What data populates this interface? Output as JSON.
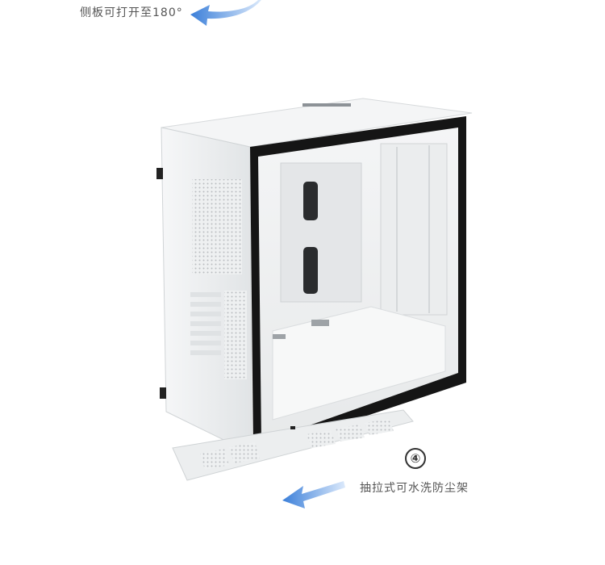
{
  "captions": {
    "side_panel": "侧板可打开至180°",
    "dust_filter": "抽拉式可水洗防尘架",
    "step_number": "④"
  },
  "colors": {
    "arrow_blue": "#4a90e2",
    "caption_text": "#555555",
    "case_white": "#f2f4f5",
    "glass_frame": "#111111"
  },
  "icons": {
    "top_arrow": "curved-arrow-left-icon",
    "bottom_arrow": "arrow-left-icon"
  }
}
